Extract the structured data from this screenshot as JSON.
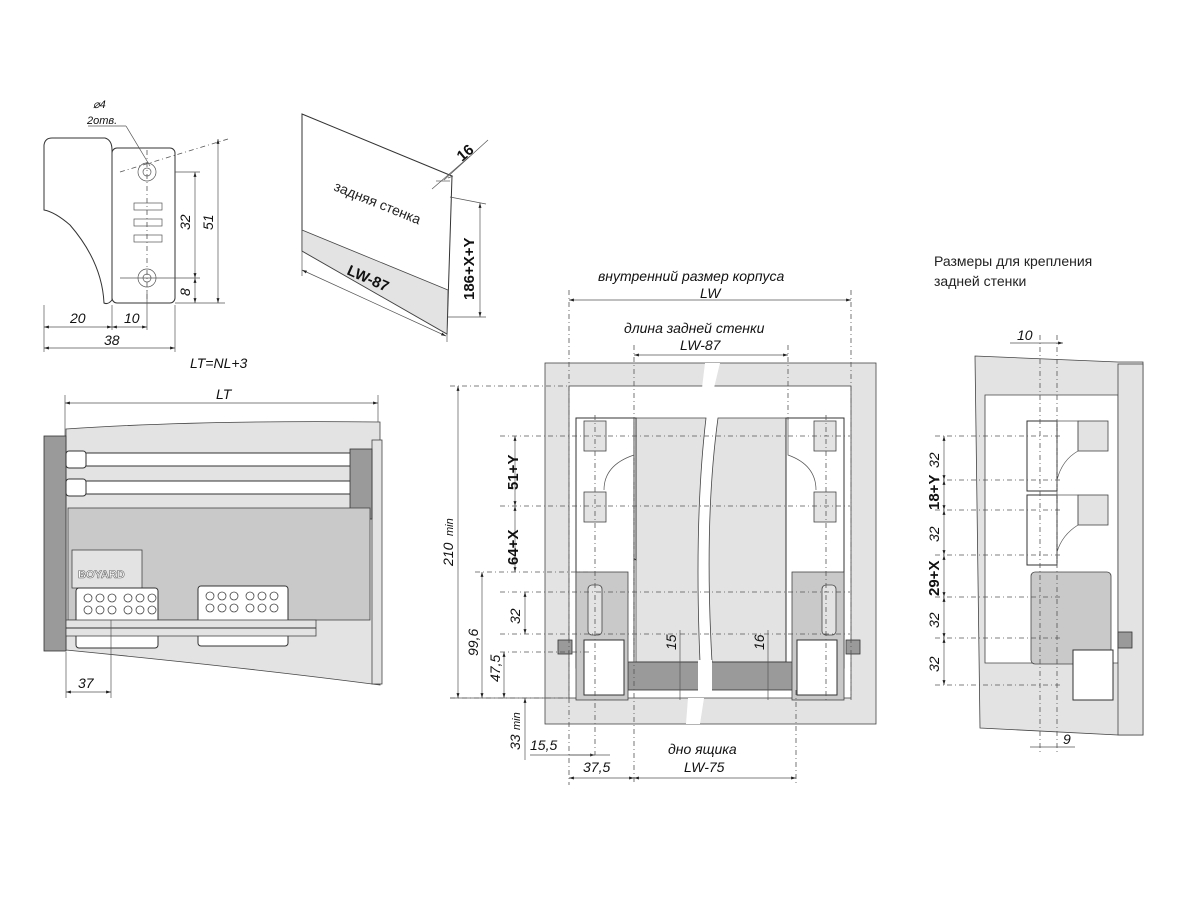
{
  "bracket_detail": {
    "hole_diameter": "⌀4",
    "hole_count": "2отв.",
    "dim_32": "32",
    "dim_51": "51",
    "dim_8": "8",
    "dim_20": "20",
    "dim_10": "10",
    "dim_38": "38",
    "formula": "LT=NL+3"
  },
  "back_panel": {
    "caption": "задняя стенка",
    "width_label": "LW-87",
    "height_label": "186+X+Y",
    "thickness": "16"
  },
  "side_view": {
    "length_label": "LT",
    "offset_37": "37",
    "brand": "BOYARD"
  },
  "front_view": {
    "inner_size_title": "внутренний размер корпуса",
    "inner_size": "LW",
    "back_length_title": "длина задней стенки",
    "back_length": "LW-87",
    "bottom_title": "дно ящика",
    "bottom_length": "LW-75",
    "dim_51Y": "51+Y",
    "dim_64X": "64+X",
    "dim_32": "32",
    "dim_210": "210",
    "min_suffix": "min",
    "dim_99_6": "99,6",
    "dim_47_5": "47,5",
    "dim_33": "33",
    "dim_15_5": "15,5",
    "dim_37_5": "37,5",
    "dim_15": "15",
    "dim_16": "16"
  },
  "mount_detail": {
    "title_line1": "Размеры для крепления",
    "title_line2": "задней стенки",
    "dim_10": "10",
    "dim_9": "9",
    "dim_32a": "32",
    "dim_18Y": "18+Y",
    "dim_32b": "32",
    "dim_29X": "29+X",
    "dim_32c": "32",
    "dim_32d": "32"
  }
}
